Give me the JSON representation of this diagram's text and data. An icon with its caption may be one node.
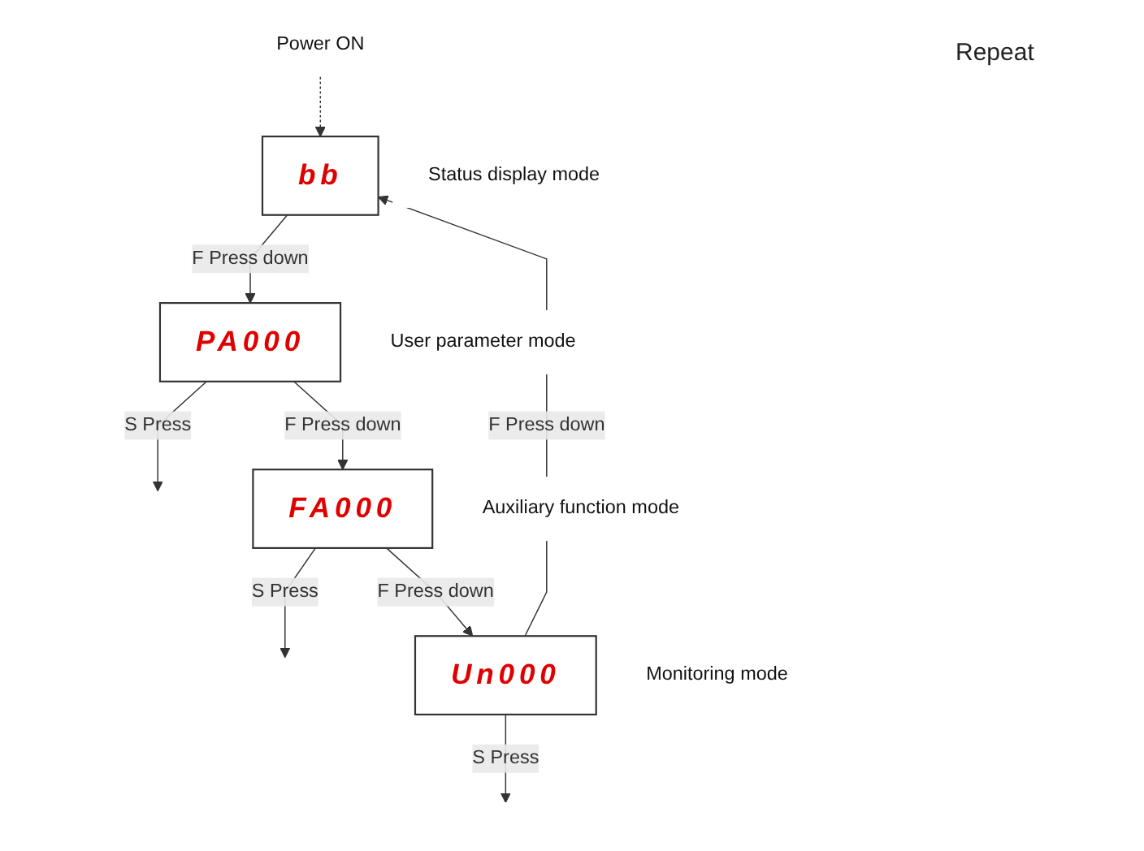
{
  "diagram": {
    "nodes": [
      {
        "text": [
          "Power ON"
        ]
      },
      {
        "text": [
          "bb"
        ],
        "beside": [
          "Status display mode"
        ]
      },
      {
        "text": [
          "PA000"
        ],
        "beside": [
          "User parameter mode"
        ]
      },
      {
        "text": [
          "FA000"
        ],
        "beside": [
          "Auxiliary function mode"
        ]
      },
      {
        "text": [
          "Un000"
        ],
        "beside": [
          "Monitoring mode"
        ]
      }
    ],
    "edges": [
      {
        "from": 0,
        "to": 1,
        "arrow": "to",
        "style": "dashed"
      },
      {
        "from": 1,
        "to": 2,
        "arrow": "to",
        "label": "F Press down"
      },
      {
        "from": 2,
        "to": null,
        "arrow": "to",
        "label": "S Press"
      },
      {
        "from": 2,
        "to": 3,
        "arrow": "to",
        "label": "F Press down"
      },
      {
        "from": 3,
        "to": null,
        "arrow": "to",
        "label": "S Press"
      },
      {
        "from": 3,
        "to": 4,
        "arrow": "to",
        "label": "F Press down"
      },
      {
        "from": 4,
        "to": null,
        "arrow": "to",
        "label": "S Press"
      },
      {
        "from": 4,
        "to": 1,
        "arrow": "to",
        "label": "F Press down"
      }
    ],
    "labels": [
      "Repeat"
    ]
  }
}
